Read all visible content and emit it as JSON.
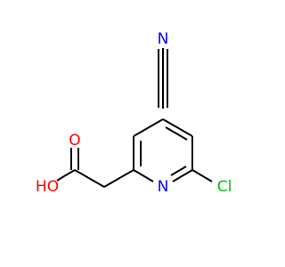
{
  "molecule": {
    "atoms": {
      "nitrile_n": {
        "label": "N",
        "color": "#0000ff"
      },
      "carbonyl_o": {
        "label": "O",
        "color": "#ff0000"
      },
      "hydroxyl": {
        "label": "HO",
        "color": "#ff0000"
      },
      "ring_n": {
        "label": "N",
        "color": "#0000ff"
      },
      "chlorine": {
        "label": "Cl",
        "color": "#00c000"
      }
    },
    "colors": {
      "bond": "#000000",
      "nitrile_c": "#000000",
      "background": "#ffffff"
    }
  }
}
